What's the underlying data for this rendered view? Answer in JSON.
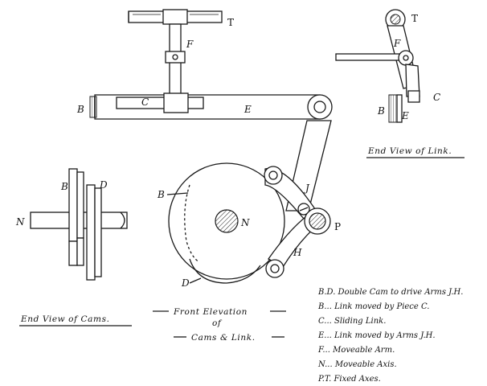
{
  "views": {
    "end_view_link": {
      "caption": "End View of Link.",
      "labels": {
        "T": "T",
        "F": "F",
        "C": "C",
        "B": "B",
        "E": "E"
      }
    },
    "front_elevation": {
      "caption_line1": "Front Elevation",
      "caption_line2": "of",
      "caption_line3": "Cams & Link.",
      "labels": {
        "T": "T",
        "F": "F",
        "C": "C",
        "B_sym": "B",
        "E": "E",
        "B": "B",
        "D": "D",
        "N": "N",
        "J": "J",
        "H": "H",
        "P": "P"
      }
    },
    "end_view_cams": {
      "caption": "End View of Cams.",
      "labels": {
        "B": "B",
        "D": "D",
        "N": "N"
      }
    }
  },
  "legend": [
    "B.D. Double Cam to drive Arms J.H.",
    "B... Link moved by Piece C.",
    "C... Sliding Link.",
    "E... Link moved by Arms J.H.",
    "F... Moveable Arm.",
    "N... Moveable Axis.",
    "P.T. Fixed Axes."
  ]
}
